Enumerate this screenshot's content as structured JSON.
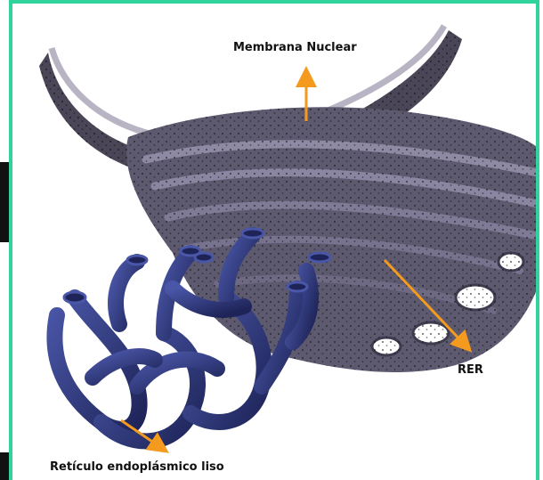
{
  "labels": {
    "membrana_nuclear": "Membrana Nuclear",
    "rer": "RER",
    "reticulo_liso": "Retículo endoplásmico liso"
  },
  "colors": {
    "frame_border": "#2fd39b",
    "arrow": "#f39a1f",
    "rough_er": "#5d5a70",
    "rough_er_dark": "#3e3b4f",
    "smooth_er": "#2e3576",
    "smooth_er_light": "#4a57a8"
  }
}
